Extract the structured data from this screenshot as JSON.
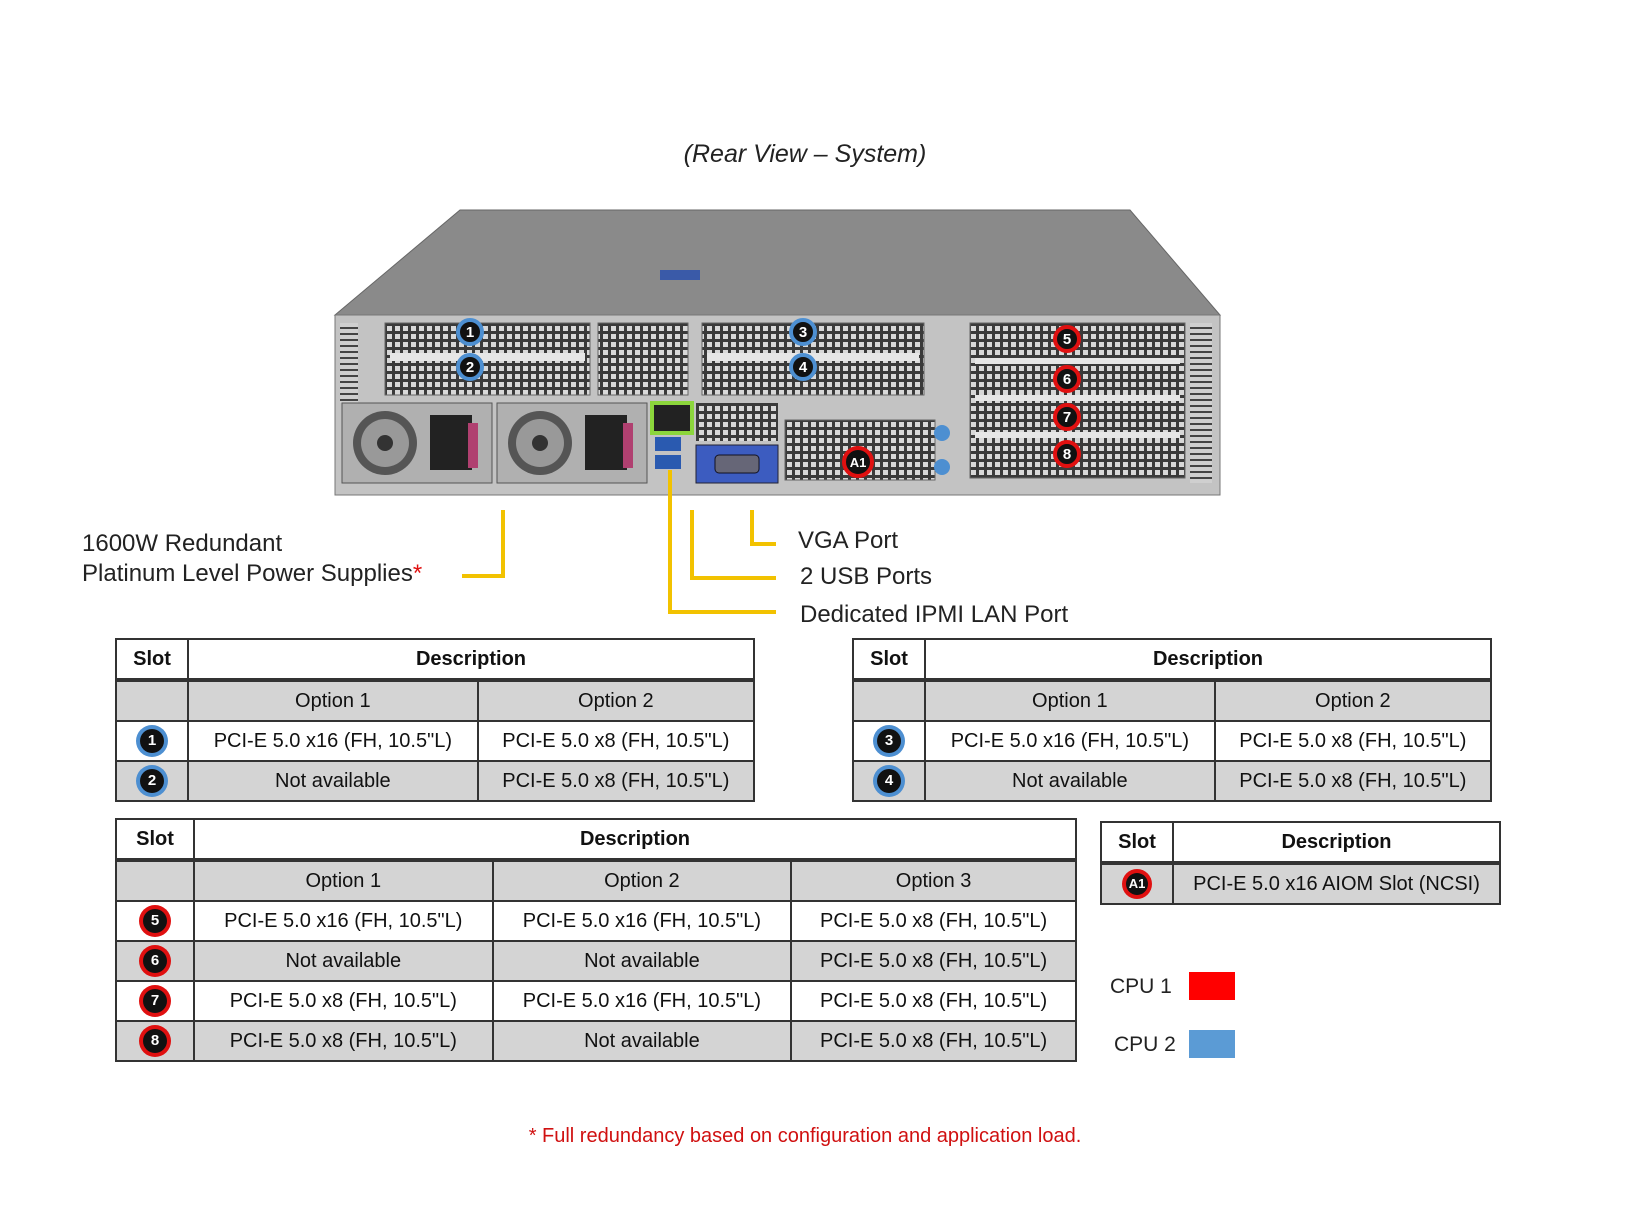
{
  "view_title": "(Rear View – System)",
  "colors": {
    "cpu1": "#ff0000",
    "cpu2": "#5b9bd5",
    "callout_line": "#f2c200",
    "footnote": "#d01010"
  },
  "callouts": {
    "psu_line1": "1600W Redundant",
    "psu_line2": "Platinum  Level Power Supplies",
    "psu_asterisk": "*",
    "vga": "VGA Port",
    "usb": "2 USB Ports",
    "ipmi": "Dedicated IPMI  LAN Port"
  },
  "chassis_badges": [
    "1",
    "2",
    "3",
    "4",
    "5",
    "6",
    "7",
    "8",
    "A1"
  ],
  "table_a": {
    "slot_header": "Slot",
    "desc_header": "Description",
    "options": [
      "Option  1",
      "Option  2"
    ],
    "rows": [
      {
        "slot": "1",
        "cpu": "cpu2",
        "values": [
          "PCI-E  5.0 x16 (FH,  10.5\"L)",
          "PCI-E  5.0 x8 (FH,  10.5\"L)"
        ]
      },
      {
        "slot": "2",
        "cpu": "cpu2",
        "values": [
          "Not available",
          "PCI-E  5.0 x8 (FH,  10.5\"L)"
        ]
      }
    ]
  },
  "table_b": {
    "slot_header": "Slot",
    "desc_header": "Description",
    "options": [
      "Option  1",
      "Option  2"
    ],
    "rows": [
      {
        "slot": "3",
        "cpu": "cpu2",
        "values": [
          "PCI-E  5.0 x16 (FH,  10.5\"L)",
          "PCI-E  5.0 x8 (FH,  10.5\"L)"
        ]
      },
      {
        "slot": "4",
        "cpu": "cpu2",
        "values": [
          "Not available",
          "PCI-E  5.0 x8 (FH,  10.5\"L)"
        ]
      }
    ]
  },
  "table_c": {
    "slot_header": "Slot",
    "desc_header": "Description",
    "options": [
      "Option  1",
      "Option  2",
      "Option  3"
    ],
    "rows": [
      {
        "slot": "5",
        "cpu": "cpu1",
        "values": [
          "PCI-E  5.0 x16 (FH,  10.5\"L)",
          "PCI-E  5.0 x16 (FH,  10.5\"L)",
          "PCI-E  5.0 x8 (FH,  10.5\"L)"
        ]
      },
      {
        "slot": "6",
        "cpu": "cpu1",
        "values": [
          "Not available",
          "Not available",
          "PCI-E  5.0 x8 (FH,  10.5\"L)"
        ]
      },
      {
        "slot": "7",
        "cpu": "cpu1",
        "values": [
          "PCI-E  5.0 x8 (FH,  10.5\"L)",
          "PCI-E  5.0 x16 (FH,  10.5\"L)",
          "PCI-E  5.0 x8 (FH,  10.5\"L)"
        ]
      },
      {
        "slot": "8",
        "cpu": "cpu1",
        "values": [
          "PCI-E  5.0 x8 (FH,  10.5\"L)",
          "Not available",
          "PCI-E  5.0 x8 (FH,  10.5\"L)"
        ]
      }
    ]
  },
  "table_d": {
    "slot_header": "Slot",
    "desc_header": "Description",
    "rows": [
      {
        "slot": "A1",
        "cpu": "cpu1",
        "value": "PCI-E 5.0 x16 AIOM Slot (NCSI)"
      }
    ]
  },
  "legend": [
    {
      "label": "CPU  1",
      "color": "#ff0000"
    },
    {
      "label": "CPU  2",
      "color": "#5b9bd5"
    }
  ],
  "footnote": "*  Full redundancy  based  on  configuration   and  application  load."
}
